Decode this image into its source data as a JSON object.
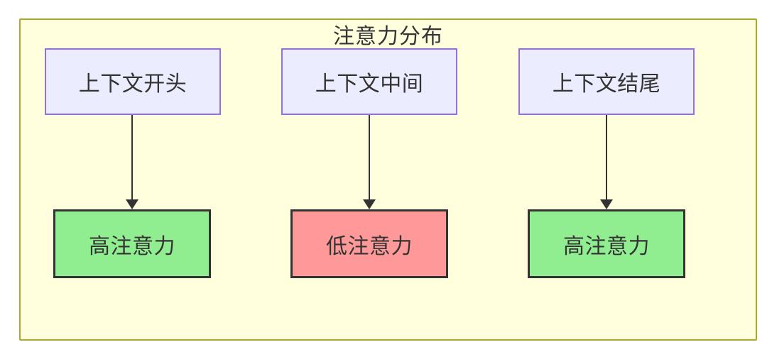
{
  "diagram": {
    "type": "flowchart-top-down",
    "title": "注意力分布",
    "columns": [
      {
        "source": {
          "label": "上下文开头"
        },
        "target": {
          "label": "高注意力",
          "level": "high"
        }
      },
      {
        "source": {
          "label": "上下文中间"
        },
        "target": {
          "label": "低注意力",
          "level": "low"
        }
      },
      {
        "source": {
          "label": "上下文结尾"
        },
        "target": {
          "label": "高注意力",
          "level": "high"
        }
      }
    ],
    "colors": {
      "page_bg": "#ffffff",
      "container_bg": "#ffffde",
      "container_border": "#aaaa33",
      "source_fill": "#ececff",
      "source_border": "#9370db",
      "high_fill": "#90ee90",
      "low_fill": "#ff9999",
      "target_border": "#333333",
      "text": "#333333",
      "arrow": "#333333"
    }
  }
}
